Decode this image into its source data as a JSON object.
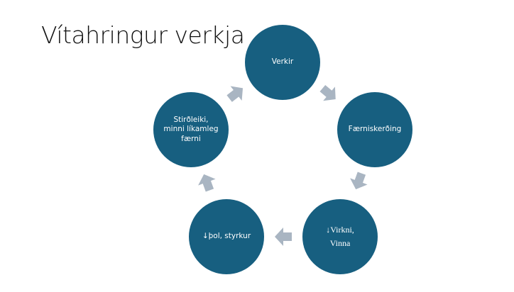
{
  "slide": {
    "title": "Vítahringur verkja",
    "nodes": [
      {
        "label": "Verkir"
      },
      {
        "label": "Færniskerðing"
      },
      {
        "label": "↓Virkni, Vinna"
      },
      {
        "label": "↓þol, styrkur"
      },
      {
        "label": "Stirðleiki, minni líkamleg færni"
      }
    ],
    "colors": {
      "node": "#175f80",
      "arrow": "#a9b5c2",
      "text": "#ffffff"
    }
  }
}
